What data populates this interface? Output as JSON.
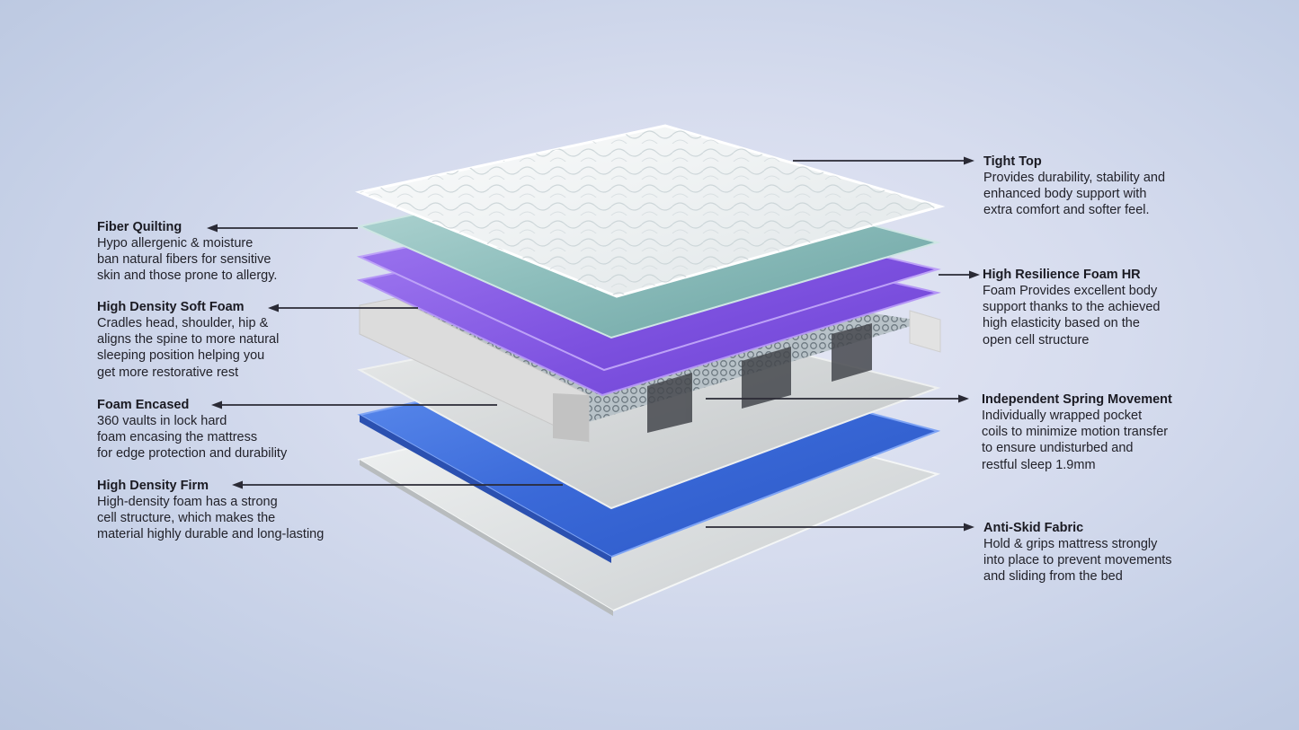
{
  "colors": {
    "background": "#d6dcee",
    "leader_line": "#2a2a35",
    "tight_top": "#eef2f3",
    "fiber_quilting": "#7fb3b3",
    "soft_foam": "#8f63e6",
    "encasing": "#d9d9d9",
    "springs": "#5a5d63",
    "firm_foam": "#3f73e0",
    "anti_skid": "#dfe3e3"
  },
  "labels_left": [
    {
      "title": "Fiber Quilting",
      "lines": [
        "Hypo allergenic & moisture",
        "ban natural fibers for sensitive",
        "skin and those prone to allergy."
      ]
    },
    {
      "title": "High Density Soft Foam",
      "lines": [
        "Cradles head, shoulder, hip &",
        "aligns the spine to more natural",
        "sleeping position helping you",
        "get more restorative rest"
      ]
    },
    {
      "title": "Foam Encased",
      "lines": [
        "360 vaults in lock hard",
        "foam encasing the mattress",
        "for edge protection and durability"
      ]
    },
    {
      "title": "High Density Firm",
      "lines": [
        "High-density foam has a strong",
        "cell structure, which makes the",
        "material highly durable and long-lasting"
      ]
    }
  ],
  "labels_right": [
    {
      "title": "Tight Top",
      "lines": [
        "Provides durability, stability and",
        "enhanced body support with",
        "extra comfort and softer feel."
      ]
    },
    {
      "title": "High Resilience Foam HR",
      "lines": [
        "Foam Provides excellent body",
        "support thanks to the achieved",
        "high elasticity based on the",
        "open cell structure"
      ]
    },
    {
      "title": "Independent Spring Movement",
      "lines": [
        "Individually wrapped pocket",
        "coils to minimize motion transfer",
        "to ensure undisturbed and",
        "restful sleep 1.9mm"
      ]
    },
    {
      "title": "Anti-Skid Fabric",
      "lines": [
        "Hold & grips mattress strongly",
        "into place to prevent movements",
        "and sliding from the bed"
      ]
    }
  ]
}
